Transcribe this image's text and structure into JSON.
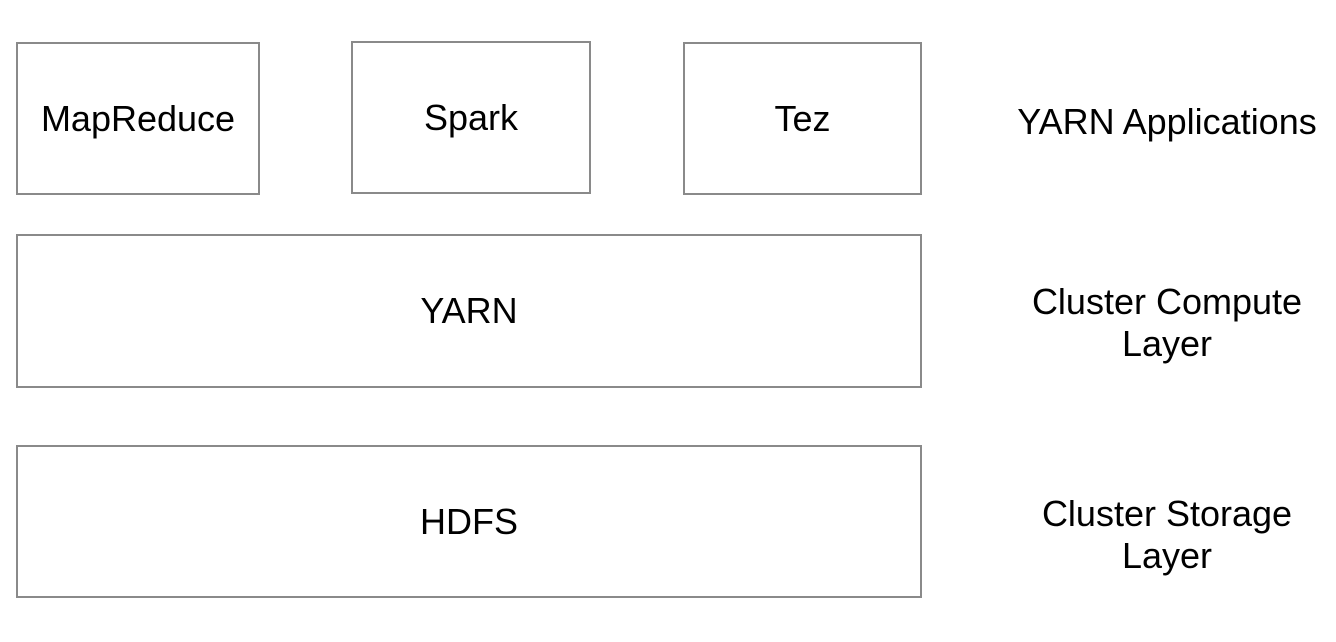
{
  "diagram": {
    "colors": {
      "background": "#ffffff",
      "box_fill": "#ffffff",
      "box_border": "#8a8a8a",
      "text": "#000000"
    },
    "rows": [
      {
        "side_label": "YARN Applications",
        "boxes": [
          {
            "label": "MapReduce"
          },
          {
            "label": "Spark"
          },
          {
            "label": "Tez"
          }
        ]
      },
      {
        "side_label": "Cluster Compute Layer",
        "boxes": [
          {
            "label": "YARN"
          }
        ]
      },
      {
        "side_label": "Cluster Storage Layer",
        "boxes": [
          {
            "label": "HDFS"
          }
        ]
      }
    ]
  }
}
